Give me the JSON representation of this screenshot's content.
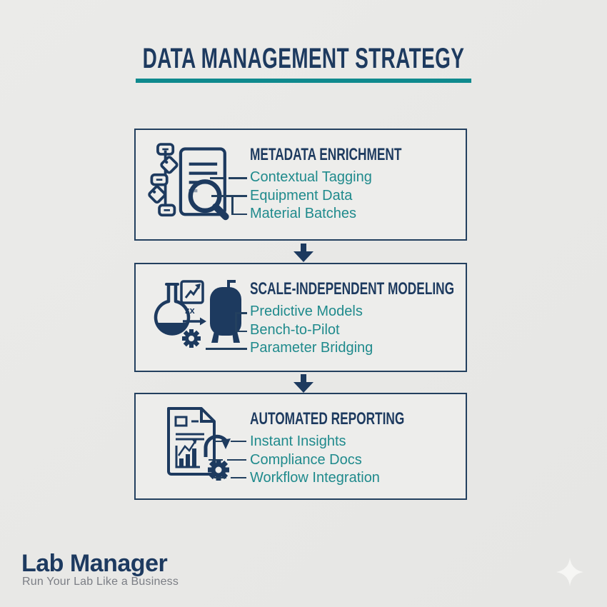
{
  "title": "DATA MANAGEMENT STRATEGY",
  "sections": [
    {
      "heading": "METADATA ENRICHMENT",
      "items": [
        "Contextual Tagging",
        "Equipment Data",
        "Material Batches"
      ],
      "icon": "document-search-tags-icon"
    },
    {
      "heading": "SCALE-INDEPENDENT MODELING",
      "items": [
        "Predictive Models",
        "Bench-to-Pilot",
        "Parameter Bridging"
      ],
      "icon": "flask-reactor-chart-icon"
    },
    {
      "heading": "AUTOMATED REPORTING",
      "items": [
        "Instant Insights",
        "Compliance Docs",
        "Workflow Integration"
      ],
      "icon": "report-refresh-gear-icon"
    }
  ],
  "footer": {
    "brand": "Lab Manager",
    "tagline": "Run Your Lab Like a Business"
  },
  "colors": {
    "navy": "#1d3a5f",
    "teal_text": "#1f8a8c",
    "divider_teal": "#0f8a8e",
    "background": "#e9e9e7",
    "box_background": "#ededeb",
    "tagline_gray": "#7b7e85",
    "sparkle_white": "#f6f6f4"
  }
}
